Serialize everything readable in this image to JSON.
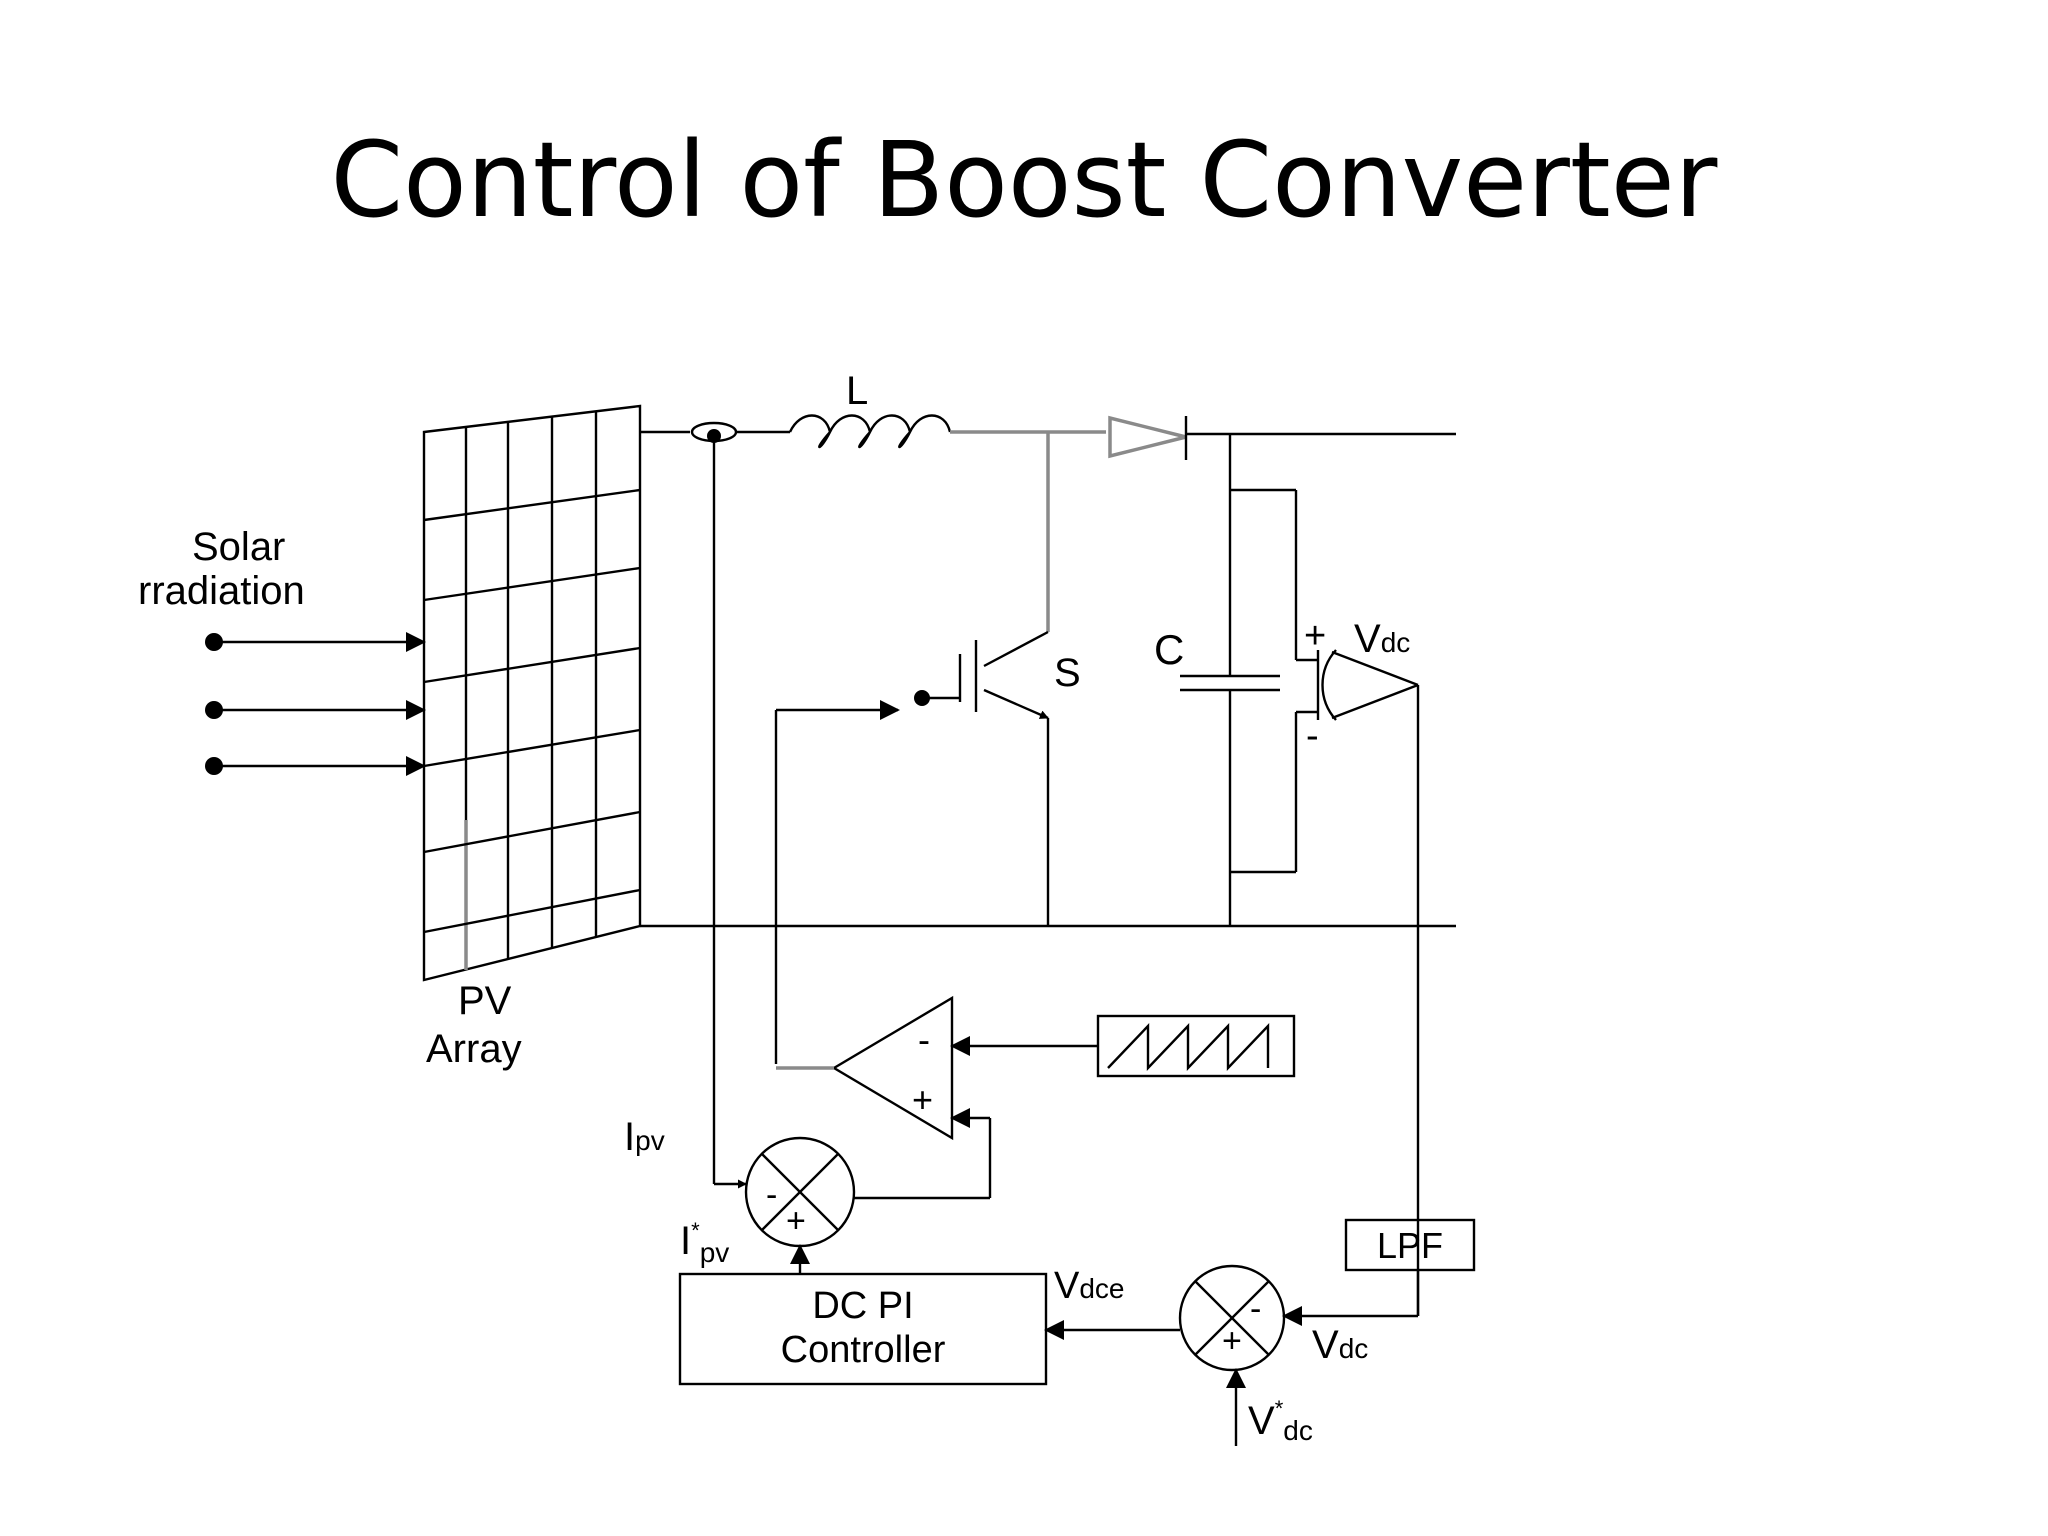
{
  "slide": {
    "title": "Control of Boost Converter"
  },
  "diagram": {
    "solar_label_line1": "Solar",
    "solar_label_line2": "rradiation",
    "pv_label_line1": "PV",
    "pv_label_line2": "Array",
    "inductor_label": "L",
    "switch_label": "S",
    "capacitor_label": "C",
    "vdc_plus": "+",
    "vdc_minus": "-",
    "vdc_main": "V",
    "vdc_sub": "dc",
    "comparator_minus": "-",
    "comparator_plus": "+",
    "ipv_main": "I",
    "ipv_sub": "pv",
    "ipv_ref_main": "I",
    "ipv_ref_star": "*",
    "ipv_ref_sub": "pv",
    "sum1_minus": "-",
    "sum1_plus": "+",
    "pi_line1": "DC PI",
    "pi_line2": "Controller",
    "vdce_main": "V",
    "vdce_sub": "dce",
    "lpf_label": "LPF",
    "sum2_minus": "-",
    "sum2_plus": "+",
    "vdc_fb_main": "V",
    "vdc_fb_sub": "dc",
    "vdc_ref_main": "V",
    "vdc_ref_star": "*",
    "vdc_ref_sub": "dc"
  }
}
